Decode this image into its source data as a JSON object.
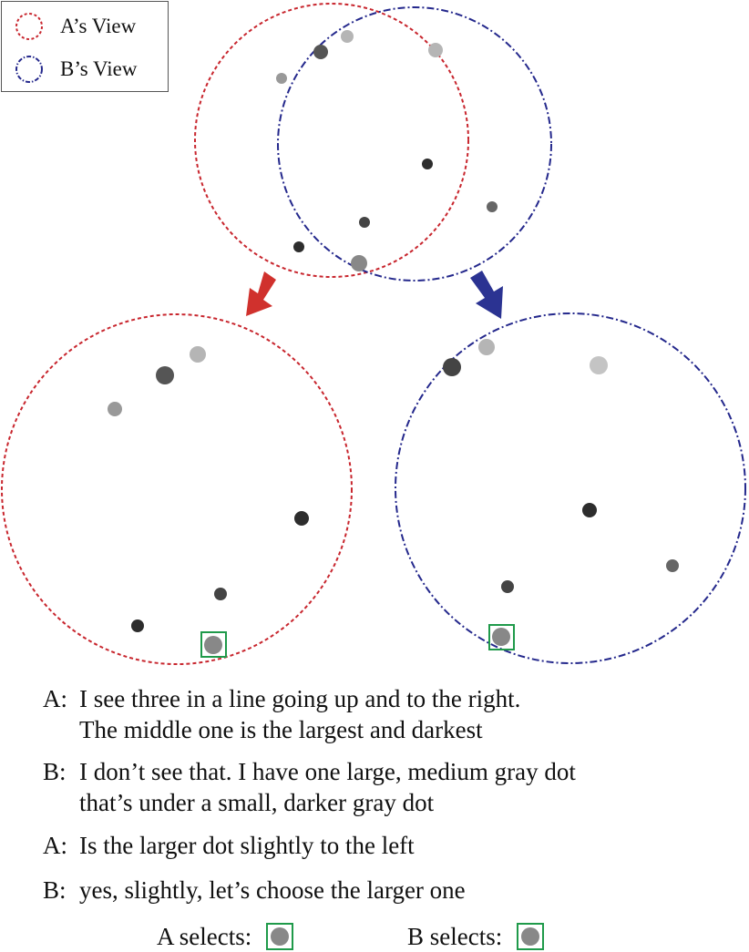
{
  "legend": {
    "a_label": "A’s View",
    "b_label": "B’s View"
  },
  "colors": {
    "view_a": "#c8262e",
    "view_b": "#24288c",
    "selection_box": "#1f9a4a",
    "arrow_a": "#d0312d",
    "arrow_b": "#2b3392",
    "dot_dark": "#2d2d2d",
    "dot_darkgray": "#555555",
    "dot_gray": "#888888",
    "dot_lightgray": "#b5b5b5"
  },
  "dialogue": [
    {
      "speaker": "A:",
      "lines": [
        "I see three in a line going up and to the right.",
        "The middle one is the largest and darkest"
      ]
    },
    {
      "speaker": "B:",
      "lines": [
        "I don’t see that. I have one large, medium gray dot",
        "that’s under a small, darker gray dot"
      ]
    },
    {
      "speaker": "A:",
      "lines": [
        "Is the larger dot slightly to the left"
      ]
    },
    {
      "speaker": "B:",
      "lines": [
        "yes, slightly, let’s choose the larger one"
      ]
    }
  ],
  "selections": {
    "a_label": "A selects:",
    "b_label": "B selects:"
  }
}
